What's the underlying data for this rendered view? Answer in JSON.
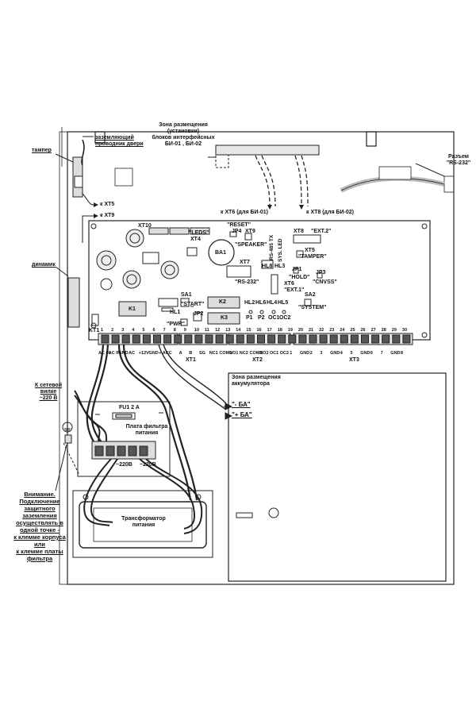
{
  "labels": {
    "zone_interface": [
      "Зона размещения",
      "(установки)",
      "блоков интерфейсных",
      "БИ-01 , БИ-02"
    ],
    "ground_door": [
      "заземляющий",
      "проводник двери"
    ],
    "tamper": "тампер",
    "rs232_connector": [
      "Разъем",
      "\"RS-232\""
    ],
    "to_xt5": "к XT5",
    "to_xt9": "к XT9",
    "speaker_side": "динамик",
    "to_xt6": "к XT6 (для БИ-01)",
    "to_xt8": "к XT8 (для БИ-02)",
    "mains_plug": [
      "К сетевой",
      "вилке",
      "~220 В"
    ],
    "fuse": "FU1  2 A",
    "filter_board": [
      "Плата фильтра",
      "питания"
    ],
    "v220_left": "~220В",
    "v220_right": "~220В",
    "transformer": [
      "Трансформатор",
      "питания"
    ],
    "battery_zone": [
      "Зона размещения",
      "аккумулятора"
    ],
    "minus_ba": "\"- БА\"",
    "plus_ba": "\"+ БА\"",
    "warning": [
      "Внимание.",
      "Подключение",
      "защитного",
      "заземления",
      "осуществлять в",
      "одной точке -",
      "к клемме корпуса",
      "или",
      "к клемме платы",
      "фильтра"
    ]
  },
  "board": {
    "xt10": "XT10",
    "leds": "\"LEDS\"",
    "xt4": "XT4",
    "reset": "\"RESET\"",
    "jp4": "JP4",
    "xt9": "XT9",
    "speaker": "\"SPEAKER\"",
    "ba1": "BA1",
    "rs485_tx": "RS-485 TX",
    "sys_led": "SYS. LED",
    "hl8": "HL8",
    "hl3": "HL3",
    "xt8": "XT8",
    "ext2": "\"EXT.2\"",
    "xt5": "XT5",
    "tamper": "\"TAMPER\"",
    "xt7": "XT7",
    "rs232": "\"RS-232\"",
    "xt6": "XT6",
    "ext1": "\"EXT.1\"",
    "jp1": "JP1",
    "hold": "\"HOLD\"",
    "jp3": "JP3",
    "cnvss": "\"CNVSS\"",
    "sa1": "SA1",
    "start": "\"START\"",
    "k2": "K2",
    "hl2": "HL2",
    "hl6": "HL6",
    "hl4": "HL4",
    "hl5": "HL5",
    "p1": "P1",
    "p2": "P2",
    "oc1": "OC1",
    "oc2": "OC2",
    "sa2": "SA2",
    "system": "\"SYSTEM\"",
    "k1": "K1",
    "hl1": "HL1",
    "pwr": "\"PWR\"",
    "jp2": "JP2",
    "k3": "K3",
    "kt1": "KT1",
    "xt1": "XT1",
    "xt2": "XT2",
    "xt3": "XT3",
    "terminal_numbers": [
      "1",
      "2",
      "3",
      "4",
      "5",
      "6",
      "7",
      "8",
      "9",
      "10",
      "11",
      "12",
      "13",
      "14",
      "15",
      "16",
      "17",
      "18",
      "19",
      "20",
      "21",
      "22",
      "23",
      "24",
      "25",
      "26",
      "27",
      "28",
      "29",
      "30"
    ],
    "terminal_names": [
      "AC IN",
      "AC IN",
      "GND",
      "AC",
      "+12V",
      "GND",
      "+ ACC",
      "-",
      "A",
      "B",
      "SG",
      "NC1",
      "COM1",
      "NO1",
      "NC2",
      "COM2",
      "NO2",
      "OC1",
      "OC2",
      "1",
      "GND",
      "2",
      "3",
      "GND",
      "4",
      "5",
      "GND",
      "6",
      "7",
      "GND",
      "8"
    ]
  }
}
